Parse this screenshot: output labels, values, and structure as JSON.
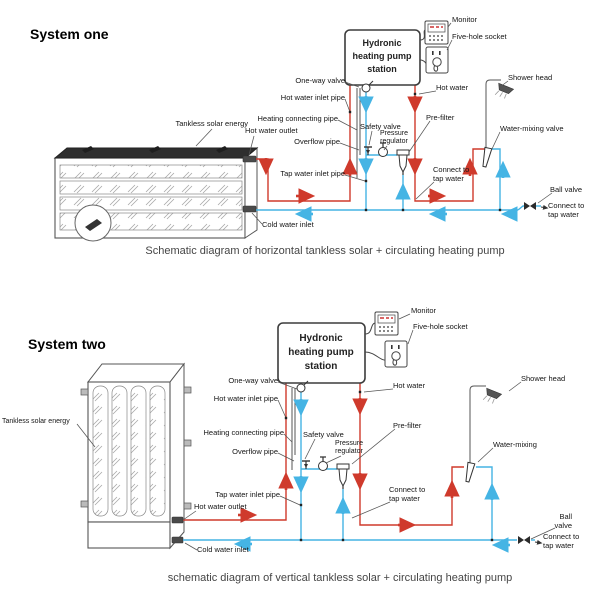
{
  "colors": {
    "hot_pipe": "#cf3a2c",
    "cold_pipe": "#45b4e4",
    "outline": "#3c3c3c"
  },
  "system_one": {
    "title": "System one",
    "caption": "Schematic diagram of horizontal tankless solar + circulating heating pump",
    "station": {
      "line1": "Hydronic",
      "line2": "heating pump",
      "line3": "station"
    },
    "labels": {
      "monitor": "Monitor",
      "five_hole_socket": "Five-hole socket",
      "one_way_valve": "One-way valve",
      "hot_water_inlet_pipe": "Hot water inlet pipe",
      "heating_connecting_pipe": "Heating connecting pipe",
      "hot_water_outlet": "Hot water outlet",
      "overflow_pipe": "Overflow pipe",
      "tap_water_inlet_pipe": "Tap water inlet pipe",
      "cold_water_inlet": "Cold water inlet",
      "tankless_solar_energy": "Tankless solar energy",
      "safety_valve": "Safety valve",
      "pressure_regulator": "Pressure regulator",
      "pre_filter": "Pre-filter",
      "hot_water": "Hot water",
      "shower_head": "Shower head",
      "water_mixing_valve": "Water-mixing valve",
      "connect_to_tap_water": "Connect to tap water",
      "ball_valve": "Ball valve",
      "connect_to_tap_water_2": "Connect to tap water"
    }
  },
  "system_two": {
    "title": "System two",
    "caption": "schematic diagram of vertical tankless solar + circulating heating pump",
    "station": {
      "line1": "Hydronic",
      "line2": "heating pump",
      "line3": "station"
    },
    "labels": {
      "monitor": "Monitor",
      "five_hole_socket": "Five-hole socket",
      "one_way_valve": "One-way valve",
      "hot_water_inlet_pipe": "Hot water inlet pipe",
      "heating_connecting_pipe": "Heating connecting pipe",
      "hot_water_outlet": "Hot water outlet",
      "overflow_pipe": "Overflow pipe",
      "tap_water_inlet_pipe": "Tap water inlet pipe",
      "cold_water_inlet": "Cold water inlet",
      "tankless_solar_energy": "Tankless solar energy",
      "safety_valve": "Safety valve",
      "pressure_regulator": "Pressure regulator",
      "pre_filter": "Pre-filter",
      "hot_water": "Hot water",
      "shower_head": "Shower head",
      "water_mixing": "Water-mixing",
      "connect_to_tap_water": "Connect to tap water",
      "ball_valve": "Ball valve",
      "connect_to_tap_water_2": "Connect to tap water"
    }
  }
}
